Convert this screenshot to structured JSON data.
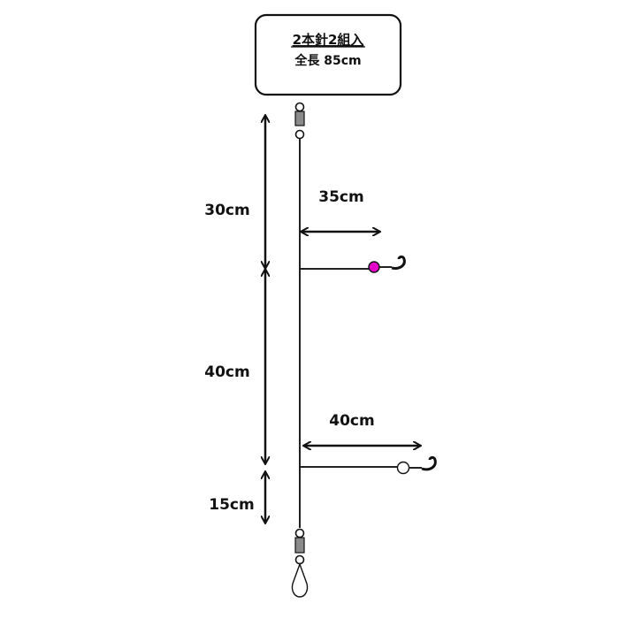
{
  "title_box": {
    "line1": "2本針2組入",
    "line2": "全長 85cm"
  },
  "dimensions": {
    "seg_top": "30cm",
    "seg_mid": "40cm",
    "seg_bottom": "15cm",
    "branch_upper": "35cm",
    "branch_lower": "40cm"
  },
  "colors": {
    "line": "#222222",
    "bead_upper": "#e400c8",
    "bead_lower": "#ffffff",
    "swivel": "#777777"
  }
}
